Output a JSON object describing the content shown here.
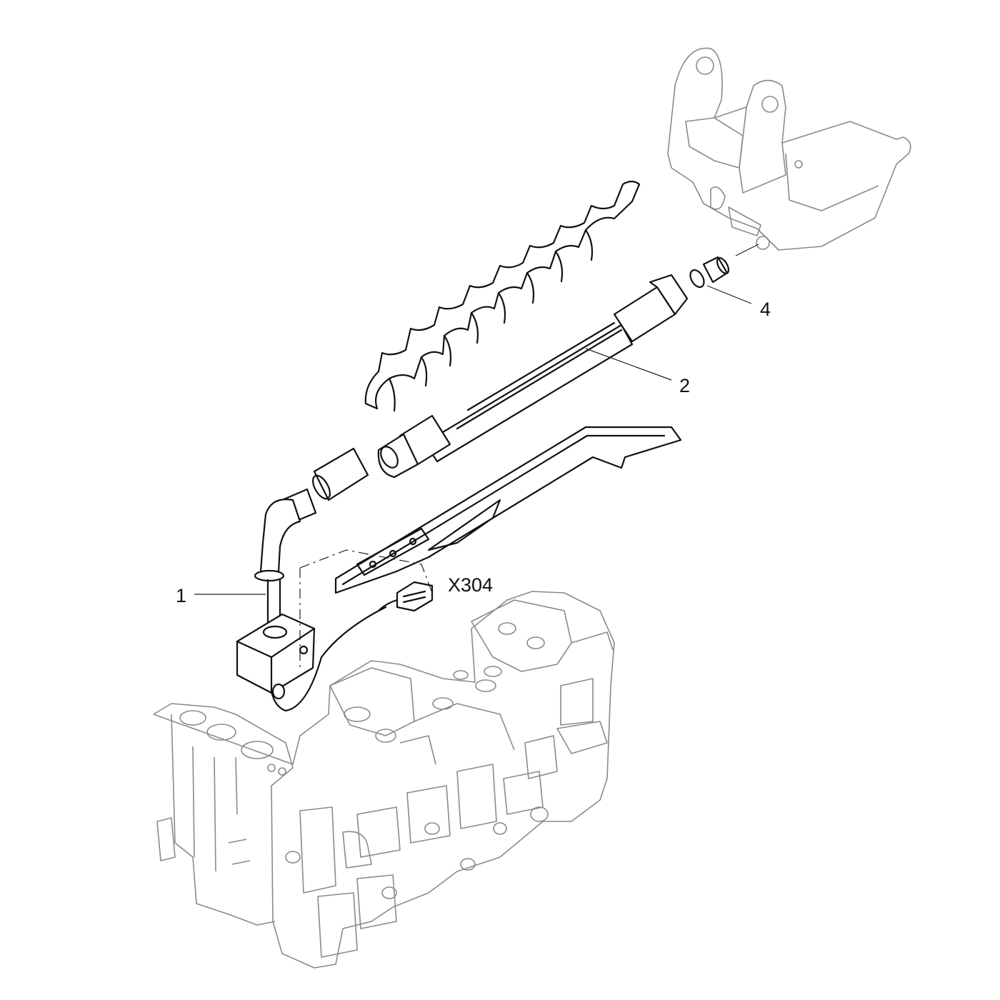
{
  "callouts": [
    {
      "id": "1",
      "label": "1"
    },
    {
      "id": "2",
      "label": "2"
    },
    {
      "id": "4",
      "label": "4"
    },
    {
      "id": "x304",
      "label": "X304"
    }
  ],
  "colors": {
    "ink": "#111111",
    "context": "#8a8a8a",
    "background": "#ffffff"
  }
}
